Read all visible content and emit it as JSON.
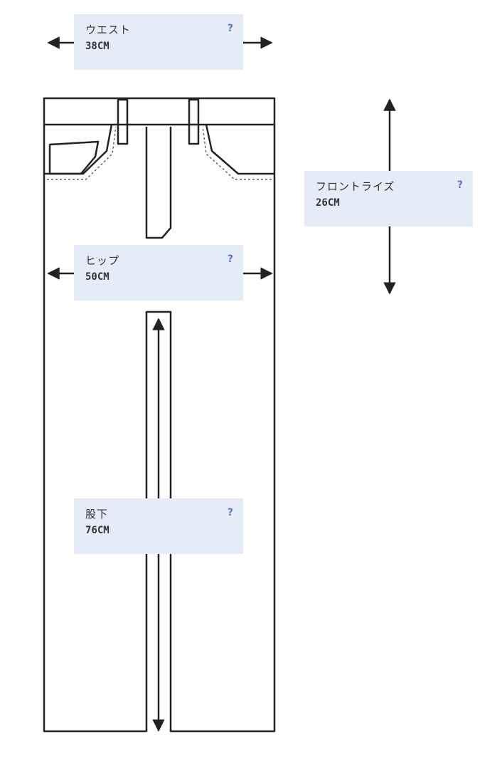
{
  "measurements": [
    {
      "key": "waist",
      "label": "ウエスト",
      "value": "38CM",
      "help": "?"
    },
    {
      "key": "front_rise",
      "label": "フロントライズ",
      "value": "26CM",
      "help": "?"
    },
    {
      "key": "hip",
      "label": "ヒップ",
      "value": "50CM",
      "help": "?"
    },
    {
      "key": "inseam",
      "label": "股下",
      "value": "76CM",
      "help": "?"
    }
  ],
  "colors": {
    "outline": "#222222",
    "label_bg": "#e6ecf7",
    "help": "#5b77c9"
  }
}
